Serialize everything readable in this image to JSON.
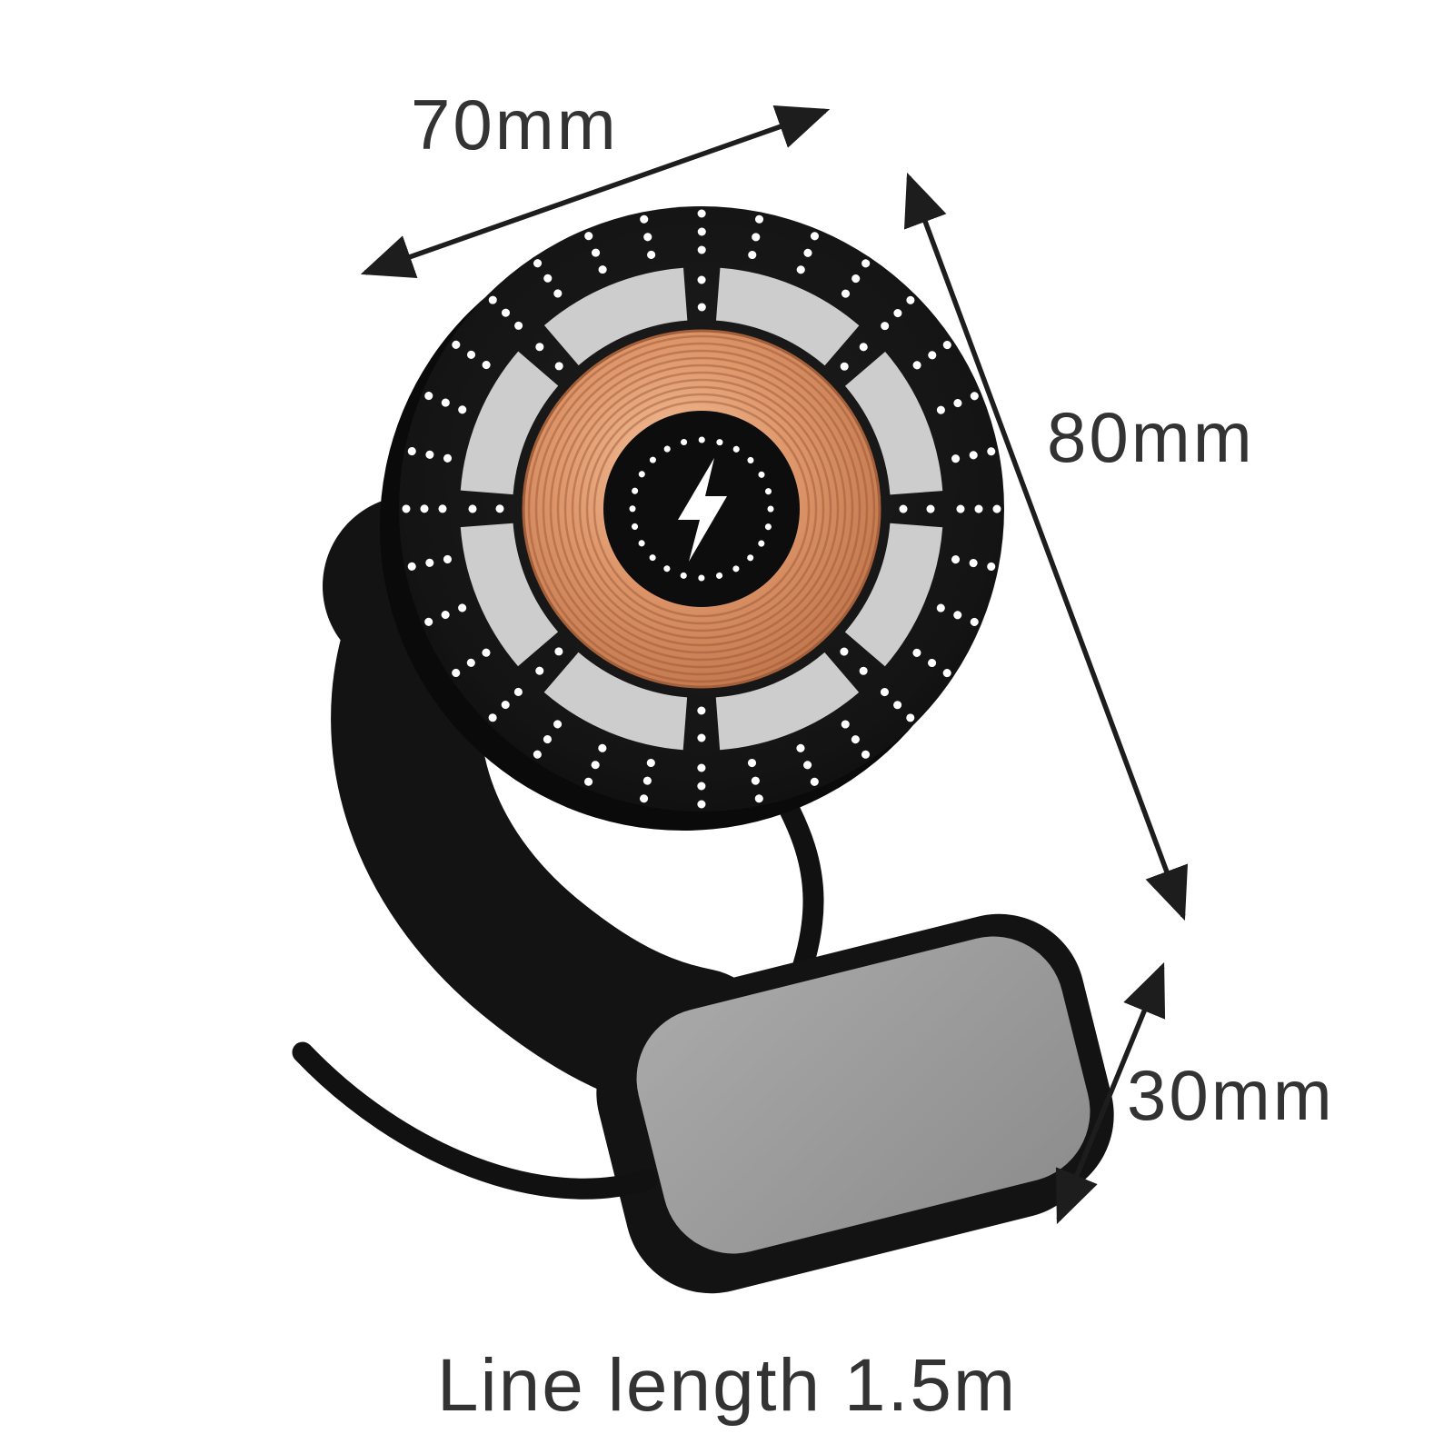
{
  "page": {
    "background": "#ffffff"
  },
  "annotations": {
    "width_label": "70mm",
    "height_label": "80mm",
    "depth_label": "30mm",
    "cable_note": "Line length 1.5m"
  },
  "product": {
    "icons": {
      "center": "lightning-bolt-icon"
    },
    "colors": {
      "body": "#131313",
      "ring_gray": "#cdcdcd",
      "coil_copper": "#d28c60",
      "base_gray": "#9b9b9b",
      "dots": "#ffffff",
      "cable": "#111111",
      "annotation_text": "#333333",
      "arrow": "#1d1d1d"
    }
  }
}
